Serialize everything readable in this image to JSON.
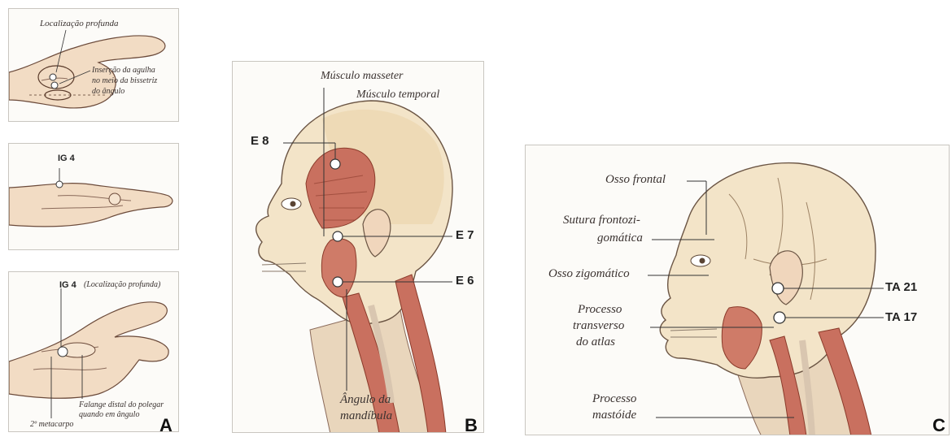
{
  "panelA": {
    "letter": "A",
    "hand1": {
      "deep_location": "Localização profunda",
      "insertion": [
        "Inserção da agulha",
        "no meio da bissetriz",
        "do ângulo"
      ]
    },
    "hand2": {
      "point": "IG 4"
    },
    "hand3": {
      "point": "IG 4",
      "point_note": "(Localização profunda)",
      "phalanx": [
        "Falange distal do polegar",
        "quando em ângulo"
      ],
      "metacarpal": "2º metacarpo"
    }
  },
  "panelB": {
    "letter": "B",
    "masseter": "Músculo masseter",
    "temporal": "Músculo temporal",
    "e8": "E 8",
    "e7": "E 7",
    "e6": "E 6",
    "angle": [
      "Ângulo da",
      "mandíbula"
    ]
  },
  "panelC": {
    "letter": "C",
    "frontal": "Osso frontal",
    "suture": [
      "Sutura frontozi-",
      "gomática"
    ],
    "zygomatic": "Osso zigomático",
    "atlas": [
      "Processo",
      "transverso",
      "do atlas"
    ],
    "mastoid": [
      "Processo",
      "mastóide"
    ],
    "ta21": "TA 21",
    "ta17": "TA 17"
  }
}
